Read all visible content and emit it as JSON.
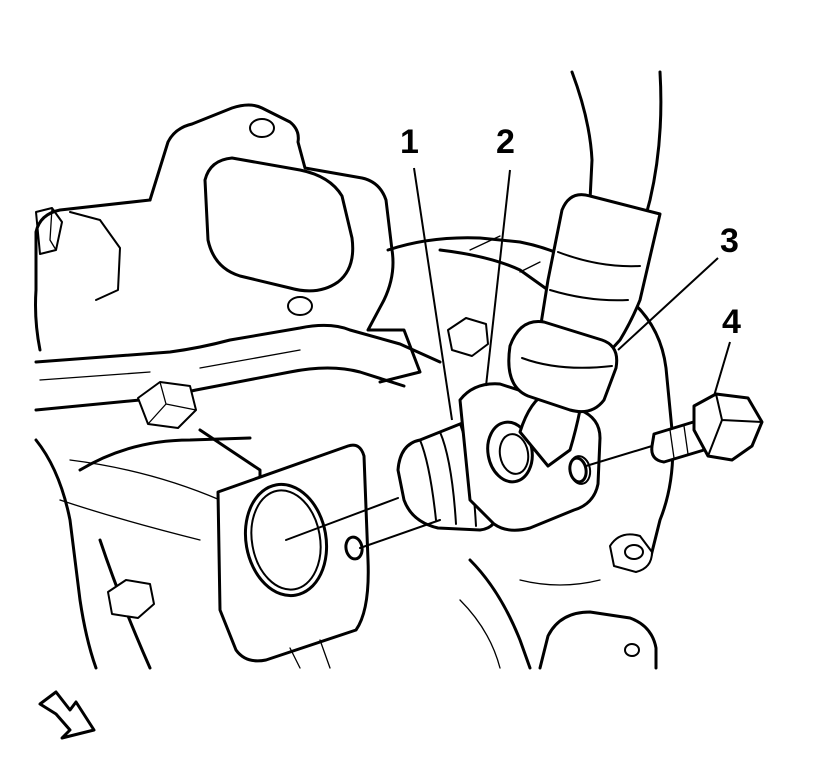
{
  "diagram": {
    "callouts": [
      "1",
      "2",
      "3",
      "4"
    ]
  },
  "icons": {
    "view_direction": "view-direction-arrow-icon"
  }
}
